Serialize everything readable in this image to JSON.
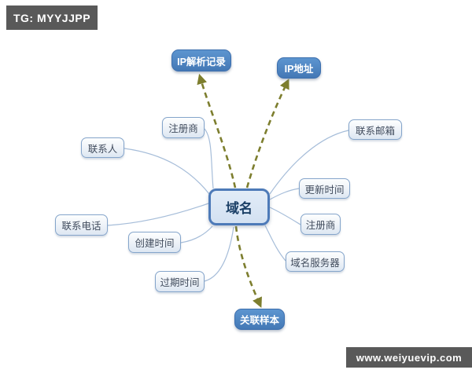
{
  "watermarks": {
    "telegram": "TG: MYYJJPP",
    "website": "www.weiyuevip.com"
  },
  "mindmap": {
    "center": {
      "label": "域名"
    },
    "nodes": [
      {
        "id": "ip-resolution-records",
        "label": "IP解析记录",
        "style": "primary",
        "link": "dashed-arrow"
      },
      {
        "id": "ip-address",
        "label": "IP地址",
        "style": "primary",
        "link": "dashed-arrow"
      },
      {
        "id": "contact-email",
        "label": "联系邮箱",
        "style": "secondary",
        "link": "curve"
      },
      {
        "id": "registrar-left",
        "label": "注册商",
        "style": "secondary",
        "link": "curve"
      },
      {
        "id": "contact-person",
        "label": "联系人",
        "style": "secondary",
        "link": "curve"
      },
      {
        "id": "update-time",
        "label": "更新时间",
        "style": "secondary",
        "link": "curve"
      },
      {
        "id": "registrar-right",
        "label": "注册商",
        "style": "secondary",
        "link": "curve"
      },
      {
        "id": "contact-phone",
        "label": "联系电话",
        "style": "secondary",
        "link": "curve"
      },
      {
        "id": "creation-time",
        "label": "创建时间",
        "style": "secondary",
        "link": "curve"
      },
      {
        "id": "dns-server",
        "label": "域名服务器",
        "style": "secondary",
        "link": "curve"
      },
      {
        "id": "expiration-time",
        "label": "过期时间",
        "style": "secondary",
        "link": "curve"
      },
      {
        "id": "associated-samples",
        "label": "关联样本",
        "style": "primary",
        "link": "dashed-arrow"
      }
    ]
  },
  "colors": {
    "primary_node_top": "#5d95d0",
    "primary_node_bottom": "#4478b5",
    "center_fill": "#d3e1f2",
    "center_border": "#4d7ab8",
    "center_text": "#1b3f66",
    "secondary_border": "#85a5cb",
    "secondary_text": "#414c5d",
    "edge": "#a6bdd9",
    "dashed_arrow": "#7d7e2e",
    "watermark_bg": "#595959",
    "watermark_text": "#ffffff"
  }
}
